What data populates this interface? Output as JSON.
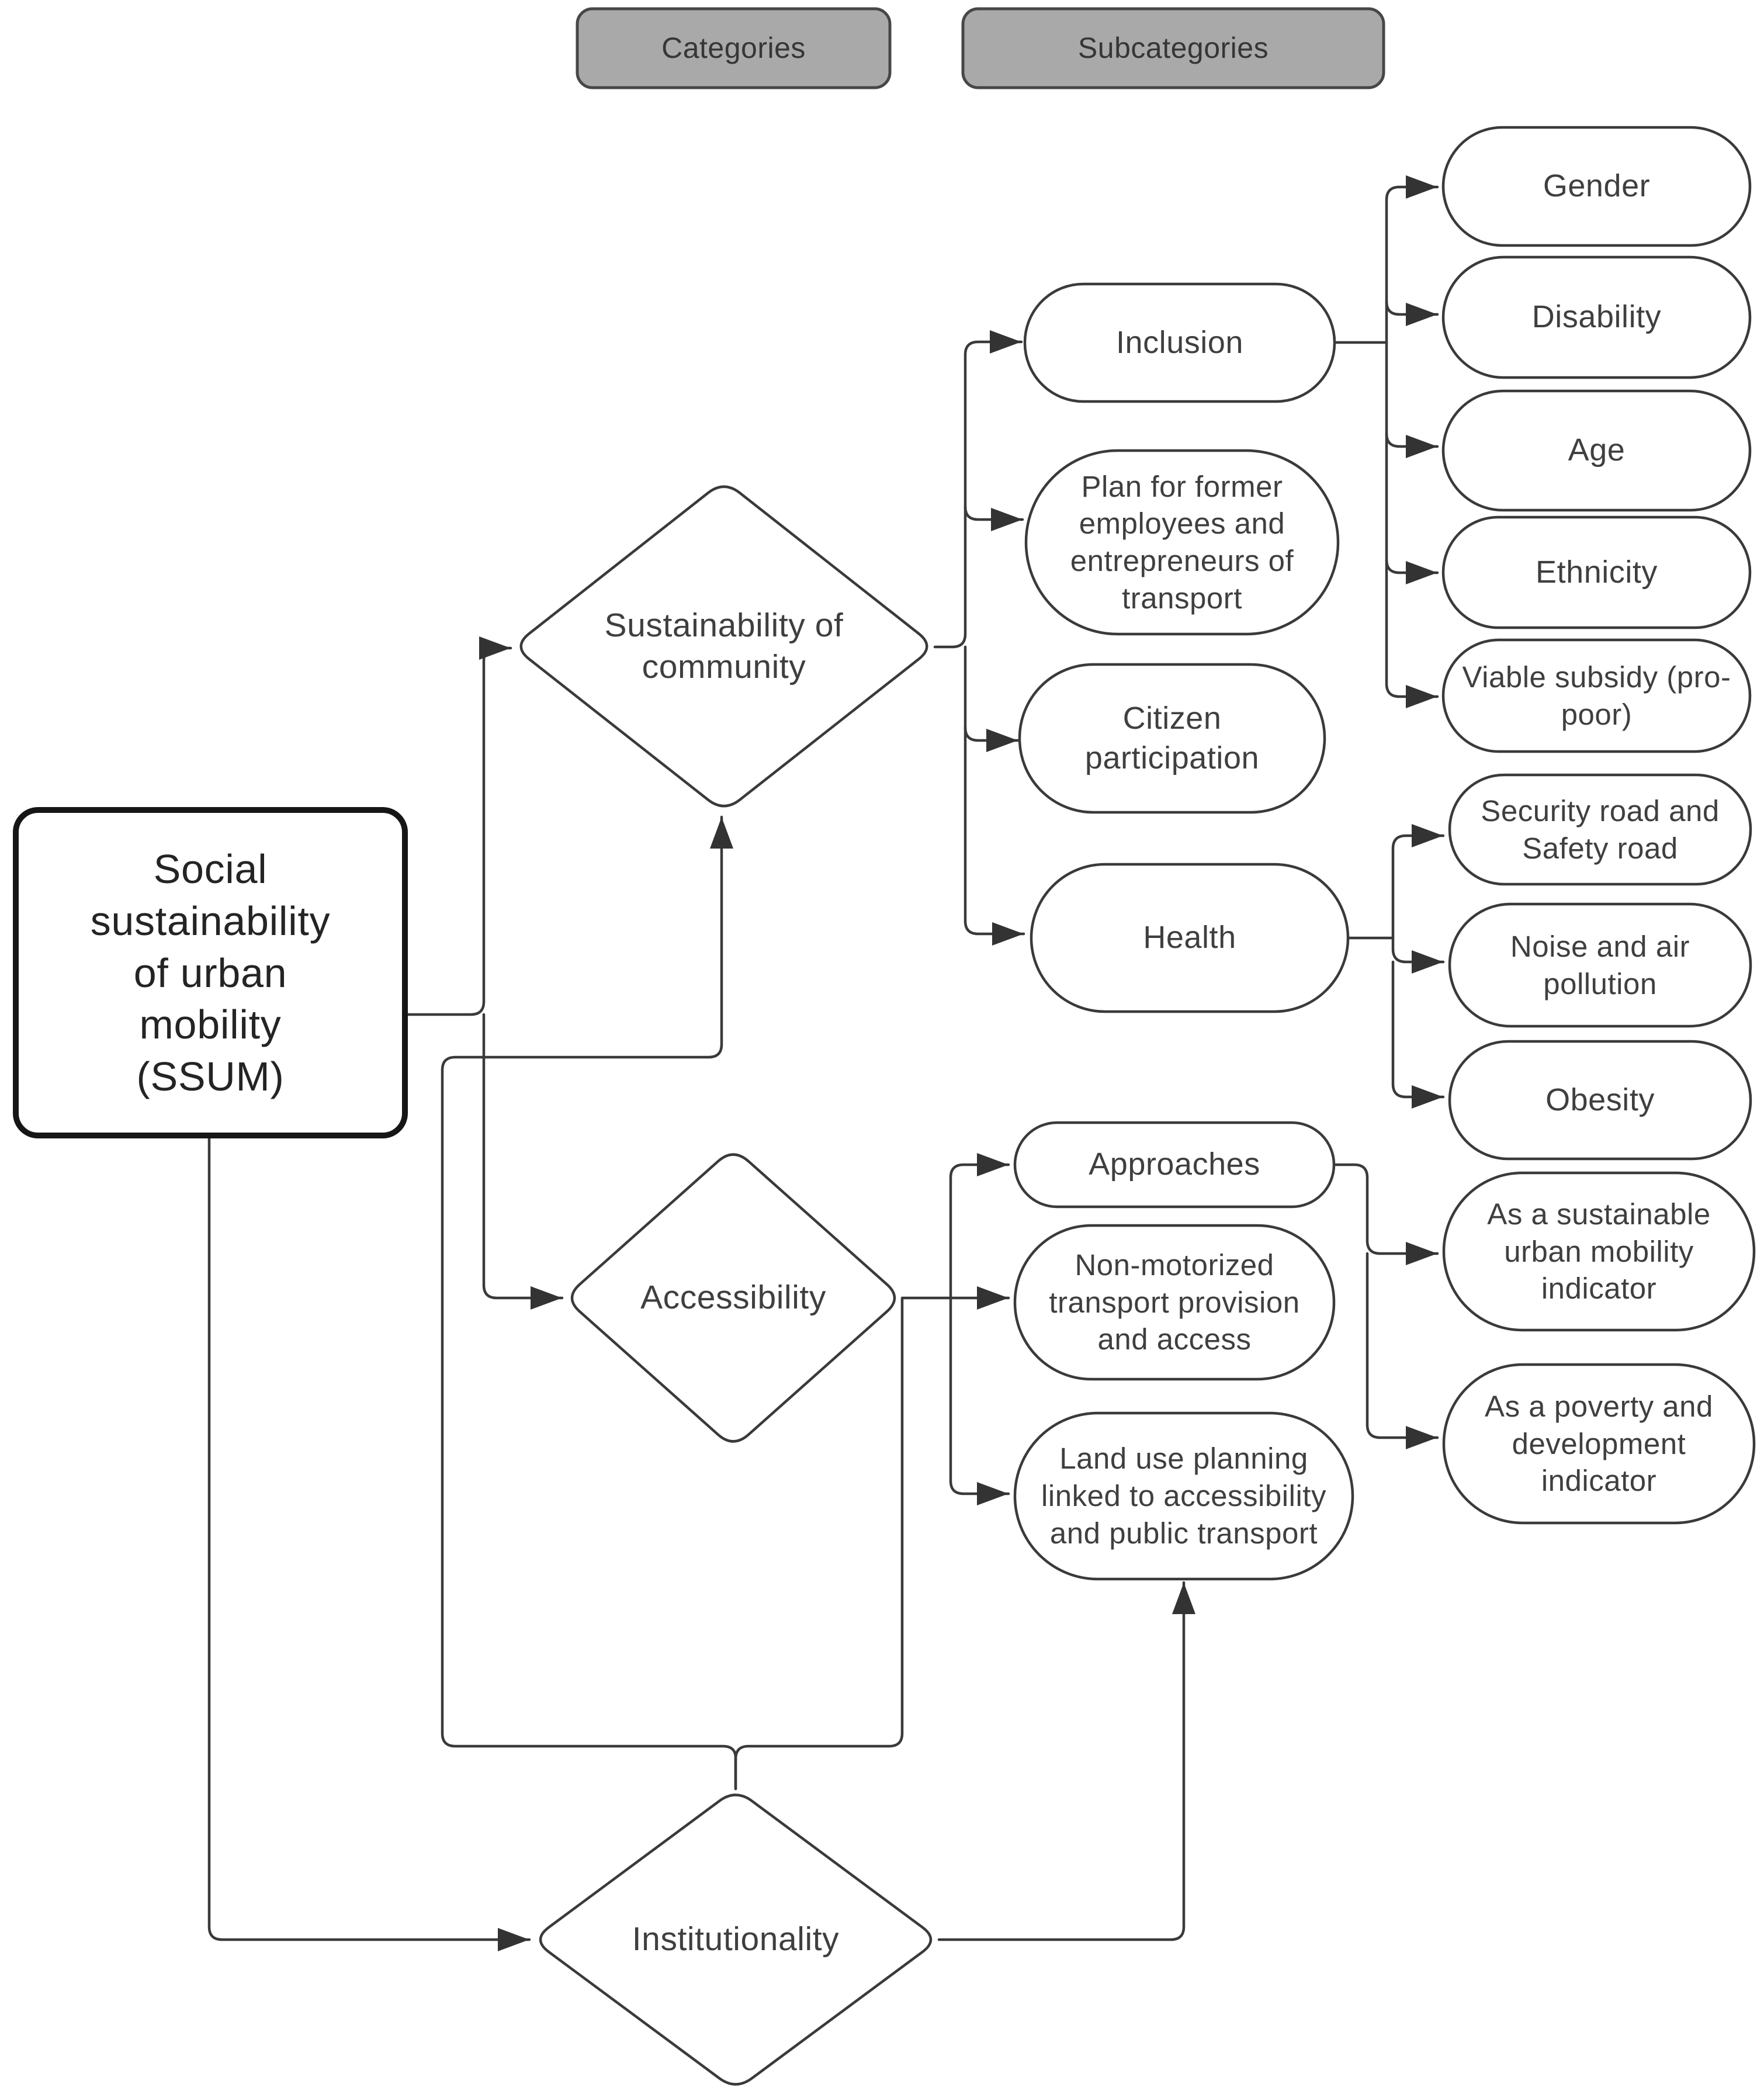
{
  "legend": {
    "categories": "Categories",
    "subcategories": "Subcategories"
  },
  "nodes": {
    "ssum": {
      "label": "Social\nsustainability\nof urban\nmobility\n(SSUM)",
      "role": "root"
    },
    "community": {
      "label": "Sustainability of community",
      "role": "category"
    },
    "accessibility": {
      "label": "Accessibility",
      "role": "category"
    },
    "institutionality": {
      "label": "Institutionality",
      "role": "category"
    },
    "inclusion": {
      "label": "Inclusion",
      "role": "subcategory"
    },
    "plan": {
      "label": "Plan for former employees and entrepreneurs of transport",
      "role": "subcategory"
    },
    "citizen": {
      "label": "Citizen participation",
      "role": "subcategory"
    },
    "health": {
      "label": "Health",
      "role": "subcategory"
    },
    "approaches": {
      "label": "Approaches",
      "role": "subcategory"
    },
    "nonmotor": {
      "label": "Non-motorized transport provision and access",
      "role": "subcategory"
    },
    "landuse": {
      "label": "Land use planning linked to accessibility and public transport",
      "role": "subcategory"
    },
    "gender": {
      "label": "Gender",
      "role": "leaf"
    },
    "disability": {
      "label": "Disability",
      "role": "leaf"
    },
    "age": {
      "label": "Age",
      "role": "leaf"
    },
    "ethnicity": {
      "label": "Ethnicity",
      "role": "leaf"
    },
    "viable": {
      "label": "Viable subsidy (pro-poor)",
      "role": "leaf"
    },
    "security": {
      "label": "Security road and Safety road",
      "role": "leaf"
    },
    "noise": {
      "label": "Noise and air pollution",
      "role": "leaf"
    },
    "obesity": {
      "label": "Obesity",
      "role": "leaf"
    },
    "sustainable": {
      "label": "As a sustainable urban mobility indicator",
      "role": "leaf"
    },
    "poverty": {
      "label": "As a poverty and development indicator",
      "role": "leaf"
    }
  },
  "edges": [
    {
      "from": "ssum",
      "to": "community",
      "arrow": true
    },
    {
      "from": "ssum",
      "to": "accessibility",
      "arrow": true
    },
    {
      "from": "ssum",
      "to": "institutionality",
      "arrow": true
    },
    {
      "from": "institutionality",
      "to": "community",
      "arrow": true
    },
    {
      "from": "institutionality",
      "to": "accessibility",
      "arrow": false
    },
    {
      "from": "institutionality",
      "to": "landuse",
      "arrow": true
    },
    {
      "from": "community",
      "to": "inclusion",
      "arrow": true
    },
    {
      "from": "community",
      "to": "plan",
      "arrow": true
    },
    {
      "from": "community",
      "to": "citizen",
      "arrow": true
    },
    {
      "from": "community",
      "to": "health",
      "arrow": true
    },
    {
      "from": "inclusion",
      "to": "gender",
      "arrow": true
    },
    {
      "from": "inclusion",
      "to": "disability",
      "arrow": true
    },
    {
      "from": "inclusion",
      "to": "age",
      "arrow": true
    },
    {
      "from": "inclusion",
      "to": "ethnicity",
      "arrow": true
    },
    {
      "from": "inclusion",
      "to": "viable",
      "arrow": true
    },
    {
      "from": "health",
      "to": "security",
      "arrow": true
    },
    {
      "from": "health",
      "to": "noise",
      "arrow": true
    },
    {
      "from": "health",
      "to": "obesity",
      "arrow": true
    },
    {
      "from": "accessibility",
      "to": "approaches",
      "arrow": true
    },
    {
      "from": "accessibility",
      "to": "nonmotor",
      "arrow": true
    },
    {
      "from": "accessibility",
      "to": "landuse",
      "arrow": true
    },
    {
      "from": "approaches",
      "to": "sustainable",
      "arrow": true
    },
    {
      "from": "approaches",
      "to": "poverty",
      "arrow": true
    }
  ],
  "colors": {
    "background": "#ffffff",
    "node_fill": "#ffffff",
    "node_stroke": "#3a3a3a",
    "root_stroke": "#161616",
    "header_fill": "#a9a9a9",
    "header_stroke": "#474747",
    "text": "#3f3f3f"
  }
}
